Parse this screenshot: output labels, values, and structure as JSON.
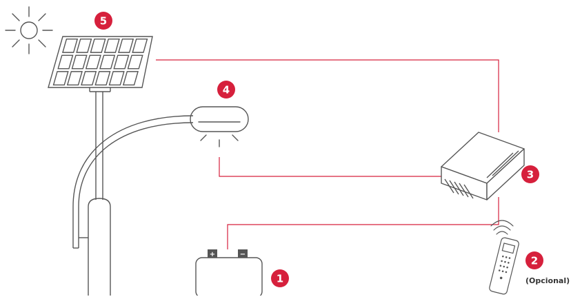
{
  "colors": {
    "accent": "#d6203c",
    "stroke": "#555555",
    "wire": "#d6203c"
  },
  "components": [
    {
      "key": "battery",
      "number": "1",
      "icon": "battery-icon"
    },
    {
      "key": "remote",
      "number": "2",
      "icon": "remote-control-icon",
      "note": "(Opcional)"
    },
    {
      "key": "controller",
      "number": "3",
      "icon": "charge-controller-icon"
    },
    {
      "key": "lamp",
      "number": "4",
      "icon": "street-lamp-icon"
    },
    {
      "key": "panel",
      "number": "5",
      "icon": "solar-panel-icon"
    }
  ],
  "battery_terminals": {
    "positive": "+",
    "negative": "−"
  }
}
